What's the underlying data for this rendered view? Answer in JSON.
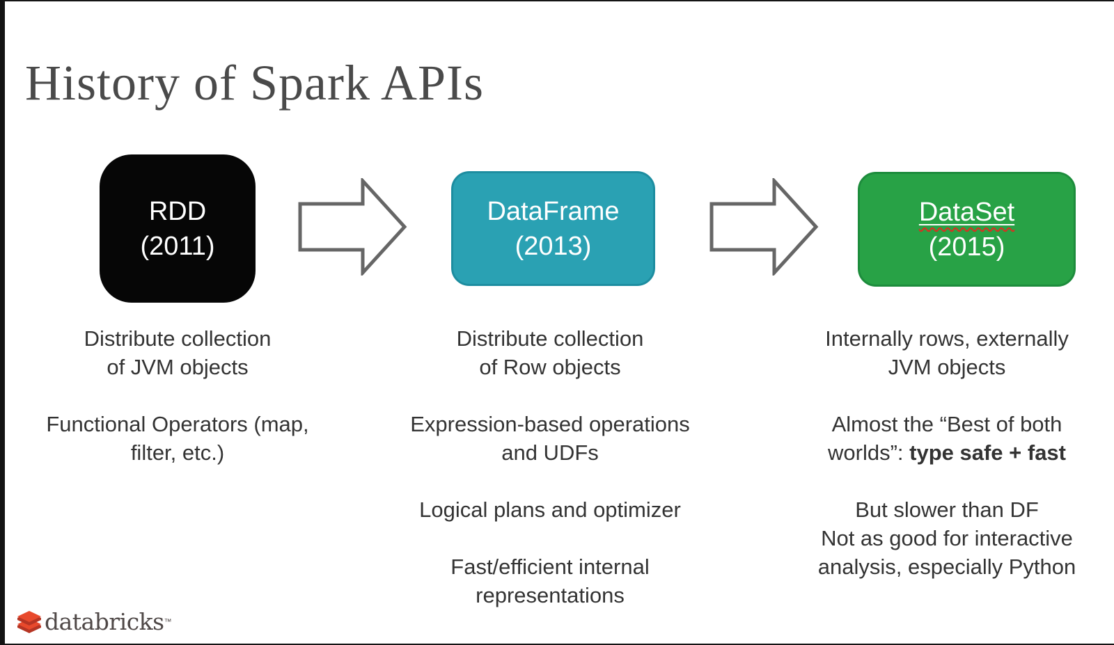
{
  "title": "History of Spark APIs",
  "timeline": {
    "arrow_color": "#666666",
    "boxes": [
      {
        "label": "RDD",
        "year": "(2011)",
        "bg": "#060606",
        "border": "#060606",
        "text_color": "#ffffff"
      },
      {
        "label": "DataFrame",
        "year": "(2013)",
        "bg": "#2aa1b3",
        "border": "#1d8da0",
        "text_color": "#ffffff"
      },
      {
        "label": "DataSet",
        "year": "(2015)",
        "bg": "#28a246",
        "border": "#1d8c3c",
        "text_color": "#ffffff",
        "spellcheck_squiggle_color": "#e02b20"
      }
    ]
  },
  "columns": {
    "col1": {
      "p1l1": "Distribute collection",
      "p1l2": "of JVM objects",
      "p2l1": "Functional Operators (map,",
      "p2l2": "filter, etc.)"
    },
    "col2": {
      "p1l1": "Distribute collection",
      "p1l2": "of Row objects",
      "p2l1": "Expression-based operations",
      "p2l2": "and UDFs",
      "p3l1": "Logical plans and optimizer",
      "p4l1": "Fast/efficient internal",
      "p4l2": "representations"
    },
    "col3": {
      "p1l1": "Internally rows, externally",
      "p1l2": "JVM objects",
      "p2l1": "Almost the “Best of both",
      "p2l2_prefix": "worlds”: ",
      "p2l2_bold": "type safe + fast",
      "p3l1": "But slower than DF",
      "p3l2": "Not as good for interactive",
      "p3l3": "analysis, especially Python"
    }
  },
  "footer": {
    "brand": "databricks",
    "trademark": "™",
    "brand_red_top": "#e8492c",
    "brand_red_dark": "#b63524"
  }
}
